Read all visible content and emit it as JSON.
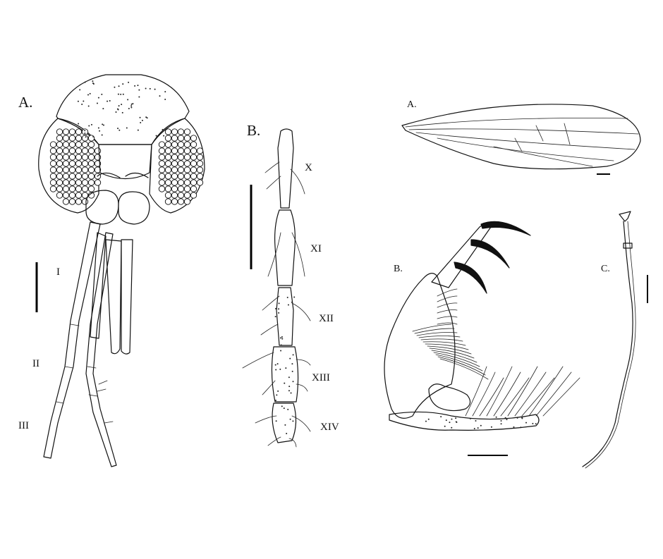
{
  "figure_left": {
    "panel_a_label": "A.",
    "panel_b_label": "B.",
    "segment_labels_a": [
      "I",
      "II",
      "III"
    ],
    "segment_labels_b": [
      "X",
      "XI",
      "XII",
      "XIII",
      "XIV"
    ]
  },
  "figure_right": {
    "panel_a_label": "A.",
    "panel_b_label": "B.",
    "panel_c_label": "C."
  }
}
